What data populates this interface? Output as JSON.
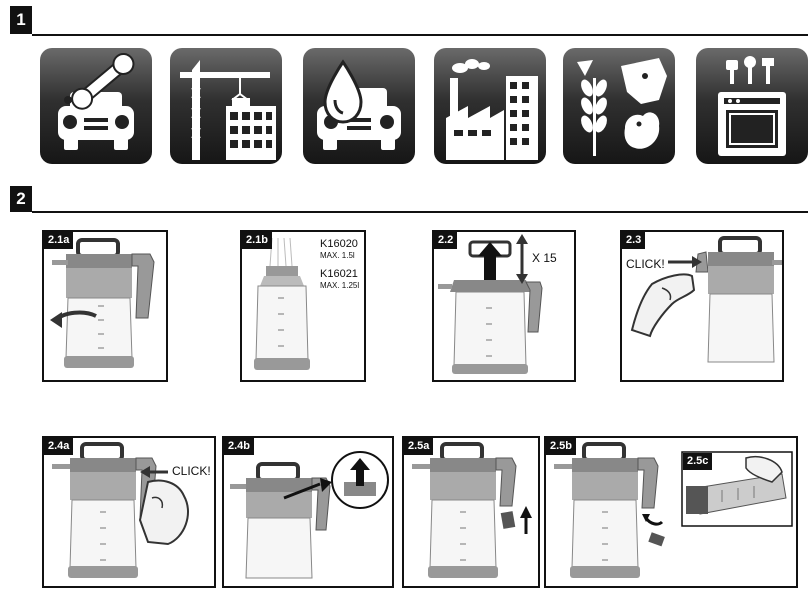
{
  "sections": [
    {
      "number": "1"
    },
    {
      "number": "2"
    }
  ],
  "icons": [
    {
      "name": "car-repair-icon"
    },
    {
      "name": "construction-icon"
    },
    {
      "name": "car-wash-icon"
    },
    {
      "name": "industry-icon"
    },
    {
      "name": "agriculture-icon"
    },
    {
      "name": "kitchen-icon"
    }
  ],
  "steps": [
    {
      "label": "2.1a"
    },
    {
      "label": "2.1b",
      "models": [
        {
          "code": "K16020",
          "capacity": "MAX. 1.5l"
        },
        {
          "code": "K16021",
          "capacity": "MAX. 1.25l"
        }
      ]
    },
    {
      "label": "2.2",
      "pump_count": "X 15"
    },
    {
      "label": "2.3",
      "callout": "CLICK!"
    },
    {
      "label": "2.4a",
      "callout": "CLICK!"
    },
    {
      "label": "2.4b"
    },
    {
      "label": "2.5a"
    },
    {
      "label": "2.5b",
      "inset_label": "2.5c"
    }
  ]
}
